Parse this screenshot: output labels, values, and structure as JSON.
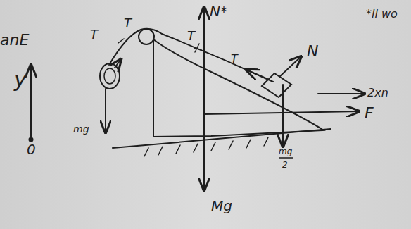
{
  "diagram": {
    "labels": [
      "anE",
      "y",
      "0",
      "T",
      "T",
      "T",
      "N*",
      "T",
      "N",
      "*ll wo",
      "mg",
      "Mg",
      "mg",
      "2",
      "F",
      "2xn"
    ]
  }
}
